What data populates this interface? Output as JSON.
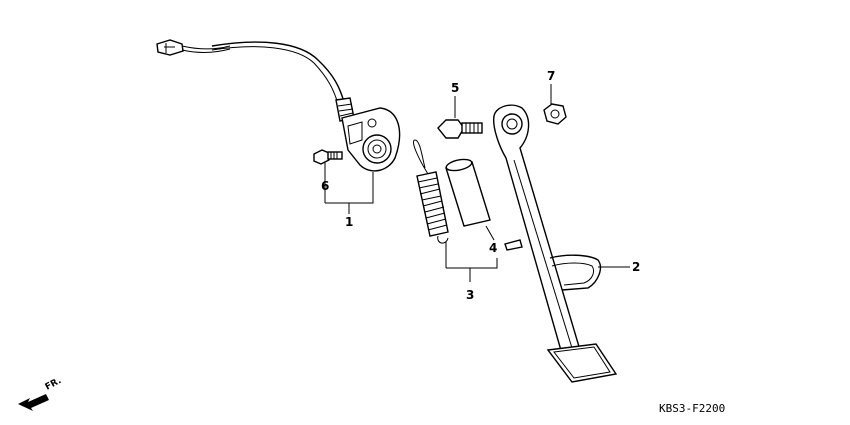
{
  "diagram": {
    "code": "KBS3-F2200",
    "direction_label": "FR.",
    "callouts": {
      "c1": "1",
      "c2": "2",
      "c3": "3",
      "c4": "4",
      "c5": "5",
      "c6": "6",
      "c7": "7"
    }
  }
}
